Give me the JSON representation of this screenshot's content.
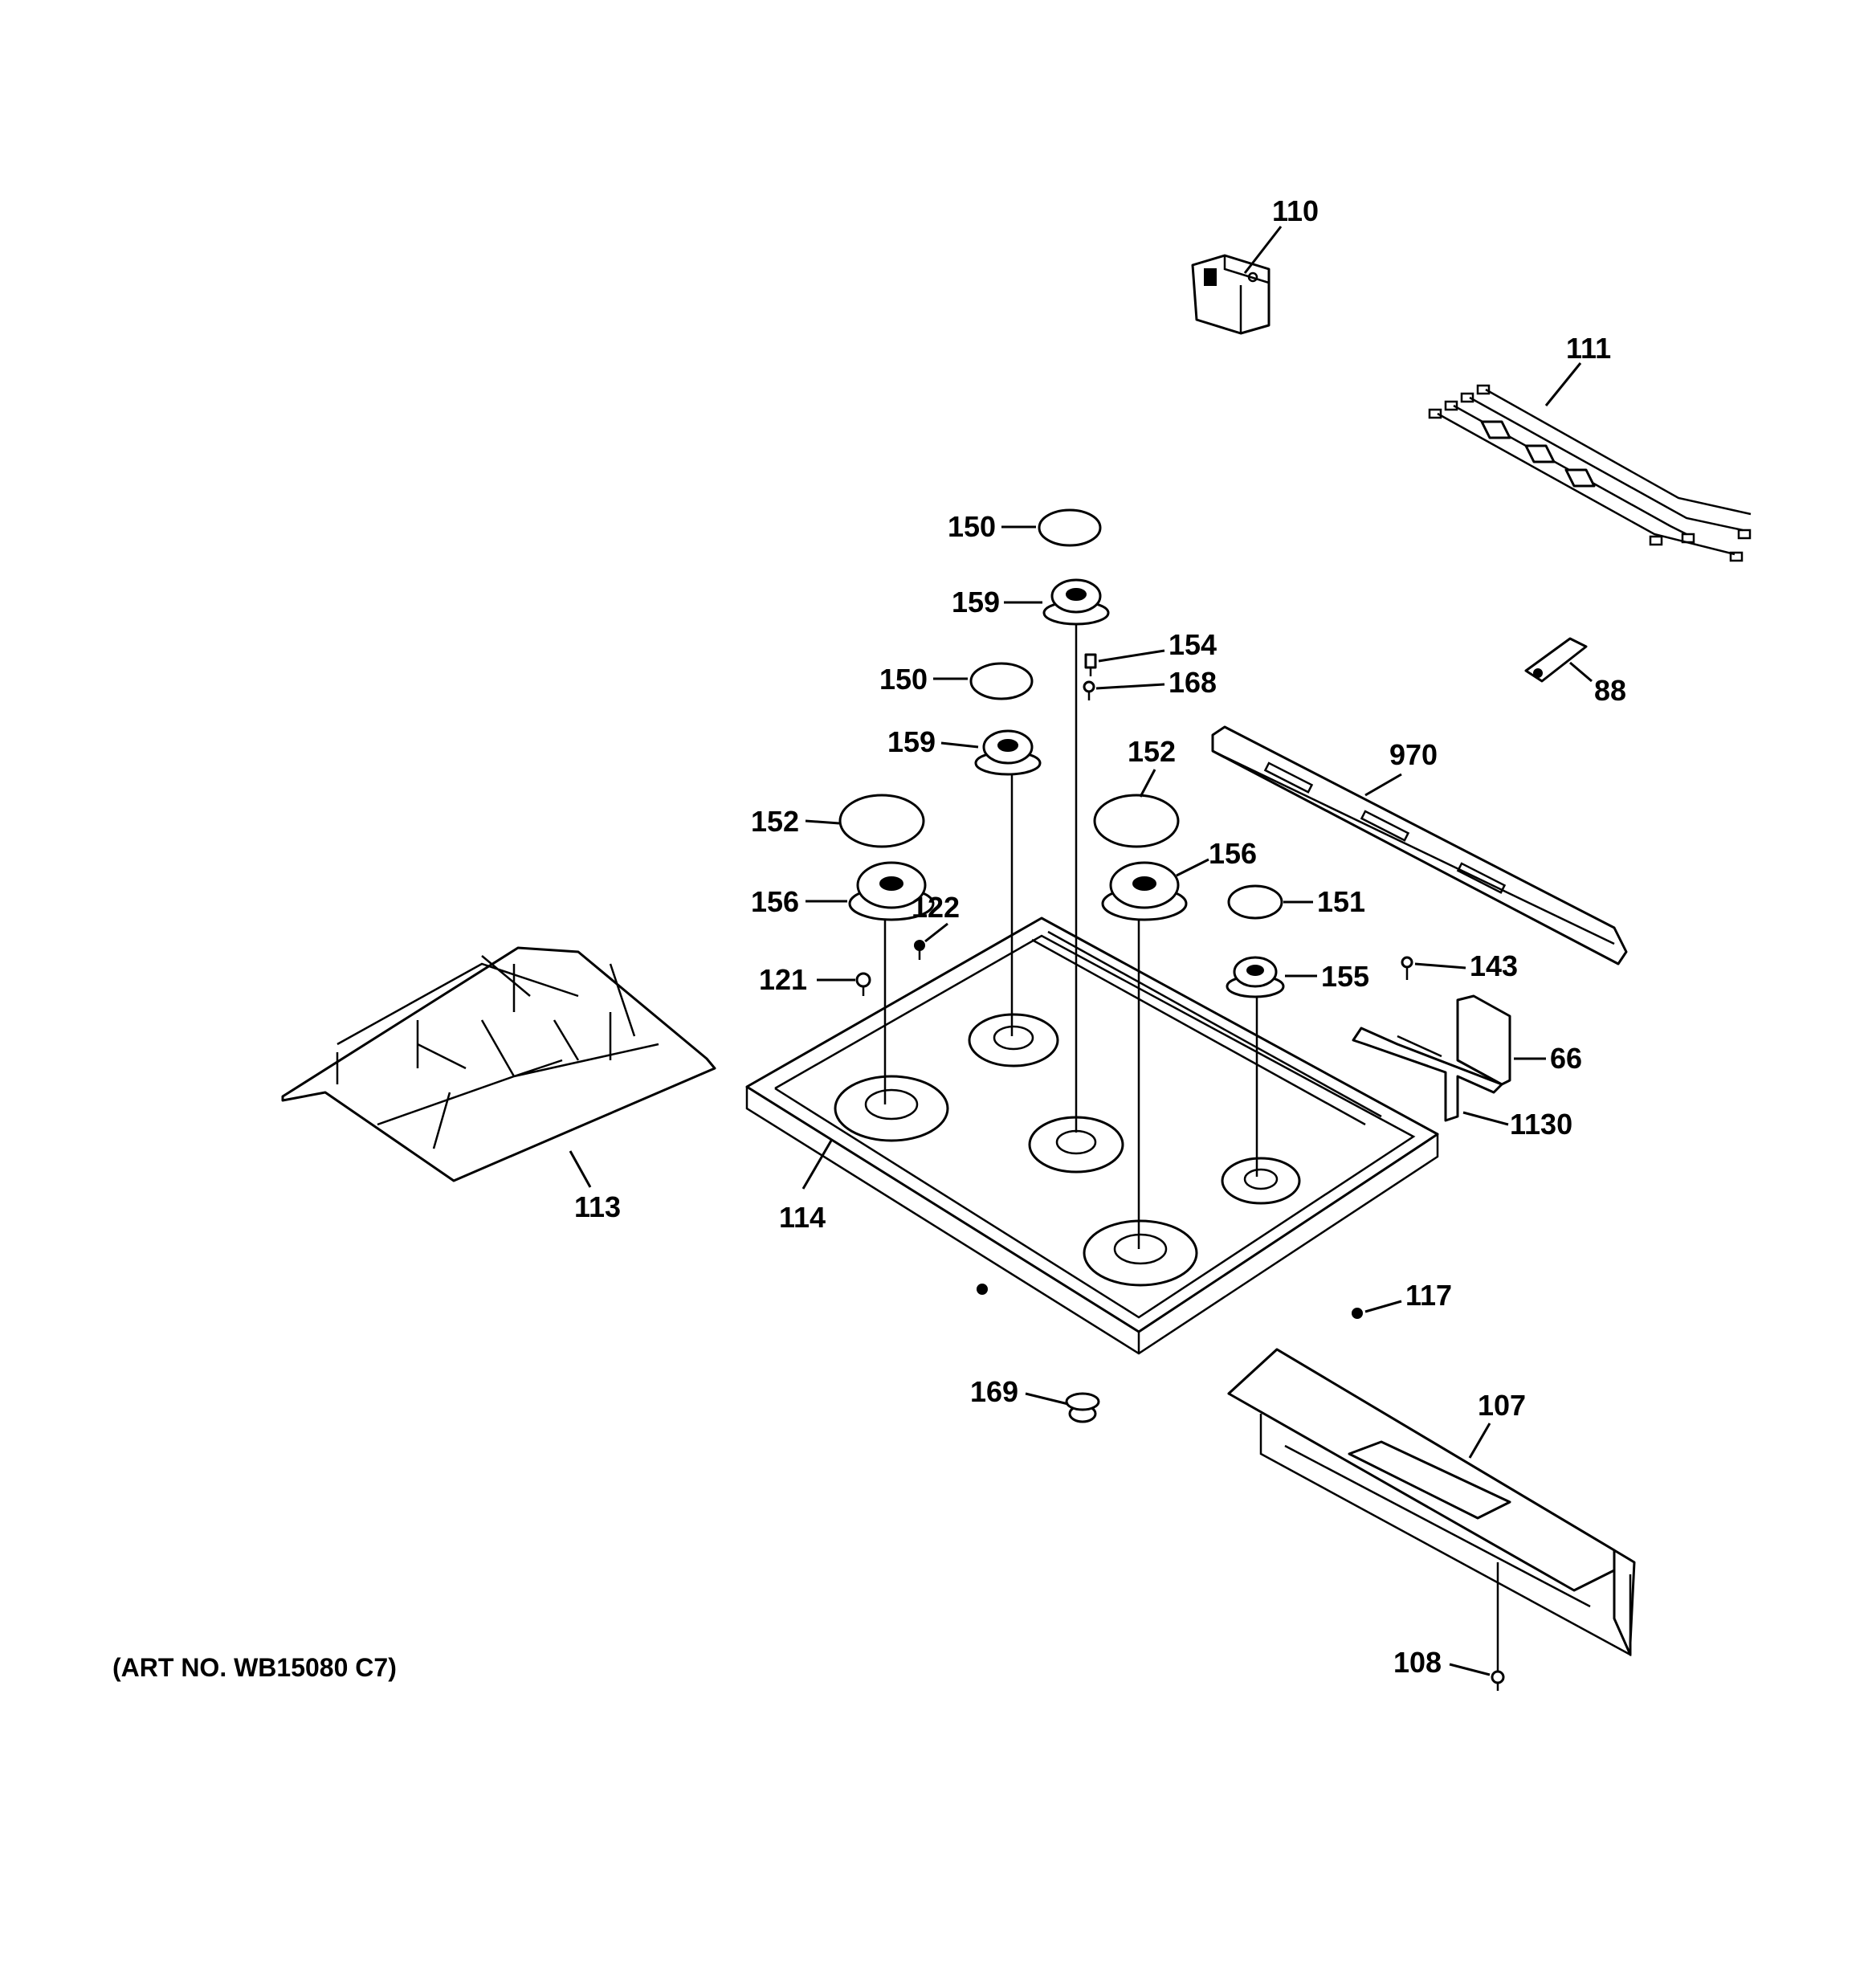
{
  "diagram": {
    "art_number": "(ART NO. WB15080 C7)",
    "callouts": {
      "c110": "110",
      "c111": "111",
      "c150a": "150",
      "c159a": "159",
      "c154": "154",
      "c168": "168",
      "c88": "88",
      "c150b": "150",
      "c159b": "159",
      "c152a": "152",
      "c152b": "152",
      "c970": "970",
      "c156a": "156",
      "c156b": "156",
      "c122": "122",
      "c151": "151",
      "c121": "121",
      "c155": "155",
      "c143": "143",
      "c66": "66",
      "c1130": "1130",
      "c113": "113",
      "c114": "114",
      "c117": "117",
      "c169": "169",
      "c107": "107",
      "c108": "108"
    }
  }
}
